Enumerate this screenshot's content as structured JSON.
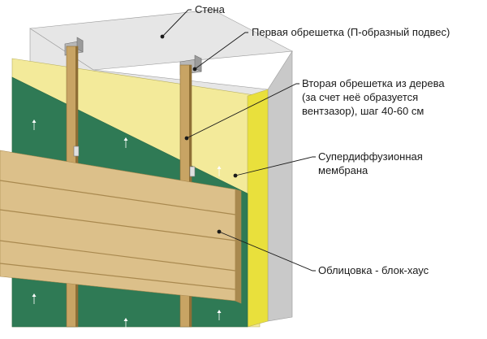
{
  "labels": {
    "wall": "Стена",
    "first_batten": "Первая обрешетка (П-образный подвес)",
    "second_batten": [
      "Вторая обрешетка из дерева",
      "(за счет неё образуется",
      "вентзазор), шаг 40-60 см"
    ],
    "membrane": [
      "Супердиффузионная",
      "мембрана"
    ],
    "cladding": "Облицовка - блок-хаус"
  },
  "icons": {
    "membrane_marks": "up-arrow-icon",
    "hanger": "u-bracket-icon"
  },
  "colors": {
    "wall_face": "#e6e6e6",
    "wall_side": "#c9c9c9",
    "insulation_face": "#f3ea9a",
    "insulation_side": "#e9e03c",
    "membrane": "#2f7a55",
    "membrane_dark": "#256646",
    "batten": "#c8a464",
    "batten_edge": "#8f6f36",
    "cladding": "#dcc08a",
    "cladding_dark": "#a9894f",
    "bracket": "#b7b7b7"
  }
}
